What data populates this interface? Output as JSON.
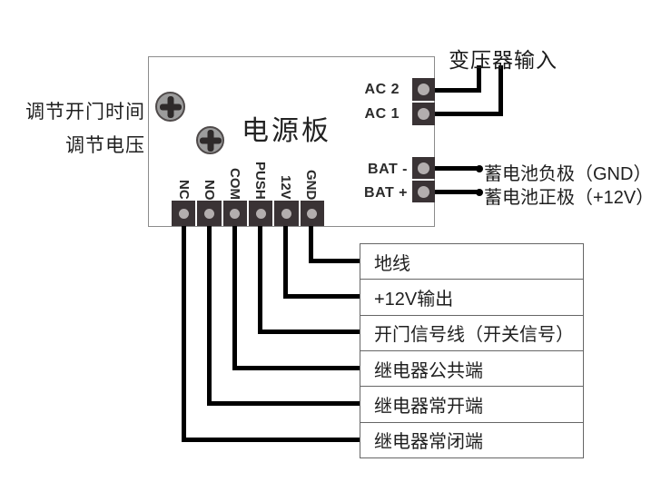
{
  "diagram": {
    "left_labels": {
      "adjust_time": "调节开门时间",
      "adjust_voltage": "调节电压"
    },
    "board": {
      "title": "电源板",
      "bottom_terminals": [
        "NC",
        "NO",
        "COM",
        "PUSH",
        "12V",
        "GND"
      ],
      "ac_terminals": [
        "AC 2",
        "AC 1"
      ],
      "bat_terminals": [
        "BAT -",
        "BAT +"
      ]
    },
    "annotations": {
      "transformer_input": "变压器输入",
      "battery_negative": "蓄电池负极（GND）",
      "battery_positive": "蓄电池正极（+12V）"
    },
    "table_rows": [
      "地线",
      "+12V输出",
      "开门信号线（开关信号）",
      "继电器公共端",
      "继电器常开端",
      "继电器常闭端"
    ],
    "icons": {
      "potentiometer_time": "plus-screw-icon",
      "potentiometer_voltage": "plus-screw-icon"
    },
    "colors": {
      "wire": "#000000",
      "terminal_block": "#3a3335",
      "terminal_pin": "#b3aeae",
      "potentiometer": "#9c9c9c",
      "board_border": "#8c8c8c",
      "table_border": "#666666"
    }
  }
}
